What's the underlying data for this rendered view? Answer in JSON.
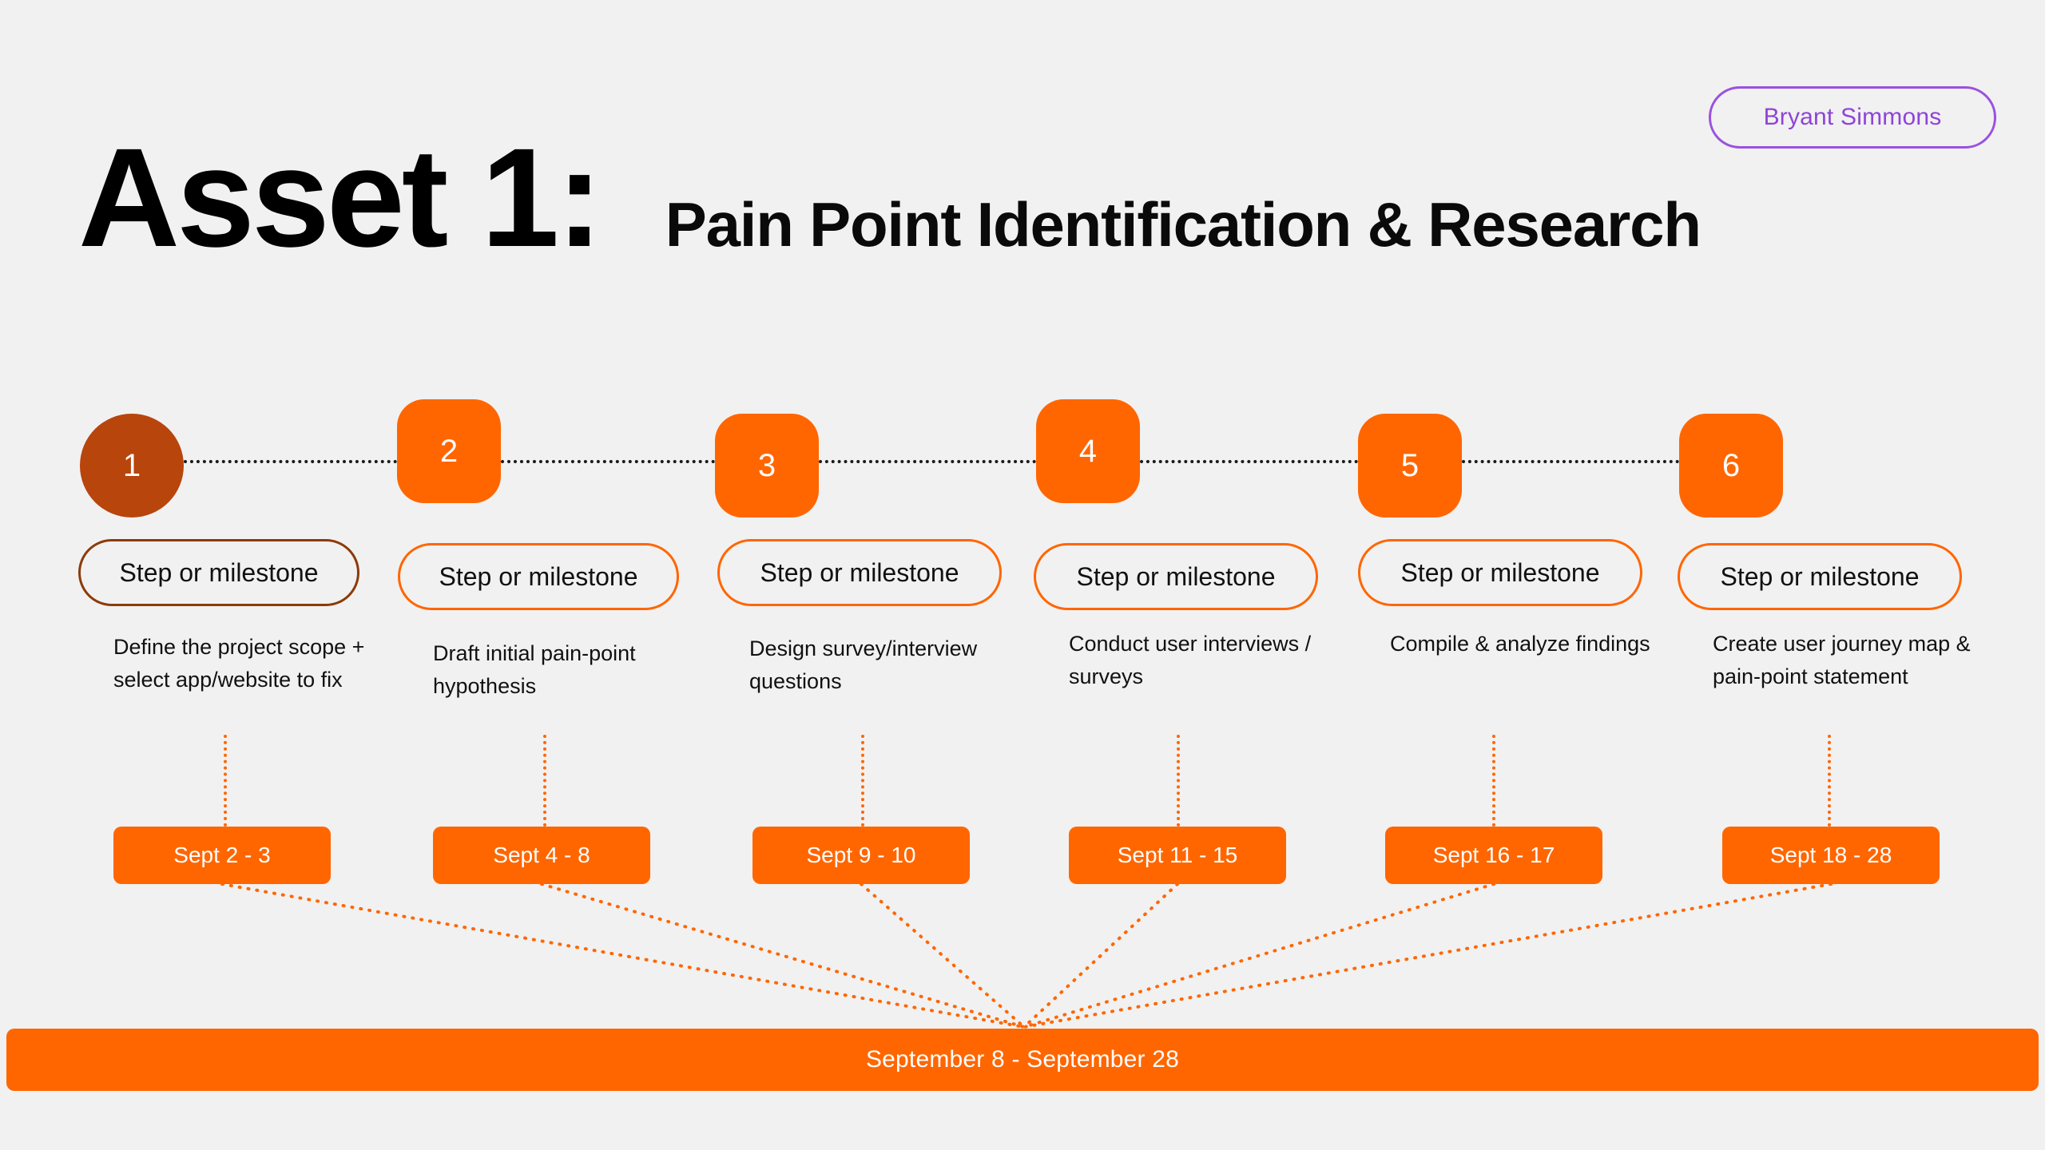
{
  "page": {
    "background_color": "#f1f1f1",
    "accent_orange": "#ff6600",
    "accent_brown": "#b8450c",
    "accent_purple": "#9b51e0"
  },
  "header": {
    "title_main": "Asset 1:",
    "title_sub": "Pain Point Identification & Research",
    "author_badge": "Bryant Simmons"
  },
  "timeline": {
    "steps": [
      {
        "number": "1",
        "pill_label": "Step or milestone",
        "description": "Define the project scope + select app/website to fix",
        "date_chip": "Sept 2 - 3"
      },
      {
        "number": "2",
        "pill_label": "Step or milestone",
        "description": "Draft initial pain-point hypothesis",
        "date_chip": "Sept 4 - 8"
      },
      {
        "number": "3",
        "pill_label": "Step or milestone",
        "description": "Design survey/interview questions",
        "date_chip": "Sept 9 - 10"
      },
      {
        "number": "4",
        "pill_label": "Step or milestone",
        "description": "Conduct user interviews / surveys",
        "date_chip": "Sept 11 - 15"
      },
      {
        "number": "5",
        "pill_label": "Step or milestone",
        "description": "Compile & analyze findings",
        "date_chip": "Sept 16 - 17"
      },
      {
        "number": "6",
        "pill_label": "Step or milestone",
        "description": "Create user journey map & pain-point statement",
        "date_chip": "Sept 18 - 28"
      }
    ]
  },
  "summary_bar": {
    "label": "September 8 - September 28"
  }
}
